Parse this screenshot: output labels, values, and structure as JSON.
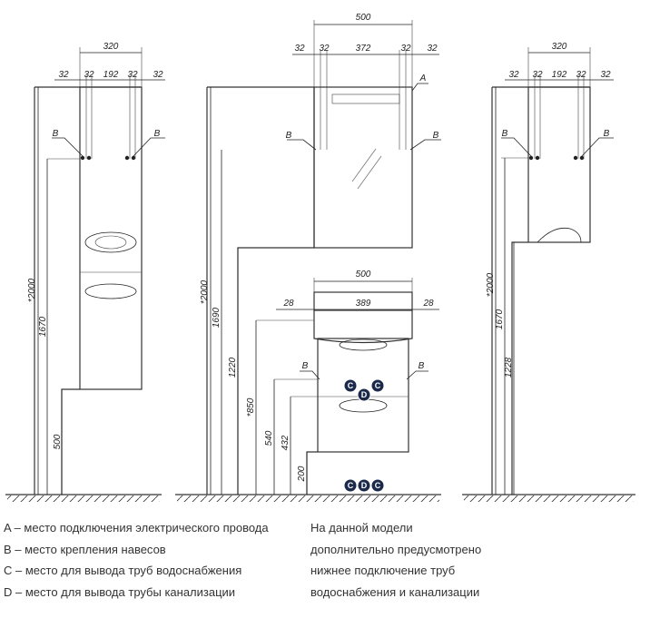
{
  "left_view": {
    "dims_top": [
      "320",
      "32",
      "32",
      "192",
      "32",
      "32"
    ],
    "dims_vertical": [
      "*2000",
      "1670",
      "500"
    ],
    "markers": [
      "B",
      "B"
    ]
  },
  "middle_upper": {
    "dims_top": [
      "500",
      "32",
      "32",
      "372",
      "32",
      "32"
    ],
    "markers": [
      "A",
      "B",
      "B"
    ]
  },
  "middle_lower": {
    "dims_top": [
      "500",
      "28",
      "389",
      "28"
    ],
    "markers": [
      "B",
      "B"
    ],
    "fixtures_mid": [
      "C",
      "D",
      "C"
    ],
    "fixtures_floor": [
      "C",
      "D",
      "C"
    ]
  },
  "middle_vertical": [
    "*2000",
    "1690",
    "1220",
    "*850",
    "540",
    "432",
    "200"
  ],
  "right_view": {
    "dims_top": [
      "320",
      "32",
      "32",
      "192",
      "32",
      "32"
    ],
    "dims_vertical": [
      "*2000",
      "1670",
      "1228"
    ],
    "markers": [
      "B",
      "B"
    ]
  },
  "legend_left": [
    "A – место подключения электрического провода",
    "B – место крепления навесов",
    "C – место для вывода труб водоснабжения",
    "D – место для вывода трубы канализации"
  ],
  "legend_right": [
    "На данной модели",
    "дополнительно предусмотрено",
    "нижнее подключение труб",
    "водоснабжения и канализации"
  ]
}
